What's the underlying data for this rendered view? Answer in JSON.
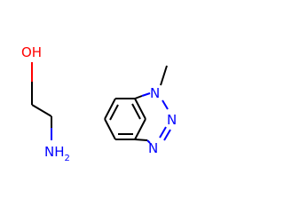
{
  "colors": {
    "bond": "#000000",
    "oxygen": "#ff0000",
    "nitrogen": "#0000ff",
    "background": "#ffffff"
  },
  "ethanolamine": {
    "oxygen_label": "OH",
    "amine_label": "NH",
    "amine_subscript": "2"
  },
  "benzotriazole": {
    "n1_label": "N",
    "n2_label": "N",
    "n3_label": "N"
  }
}
